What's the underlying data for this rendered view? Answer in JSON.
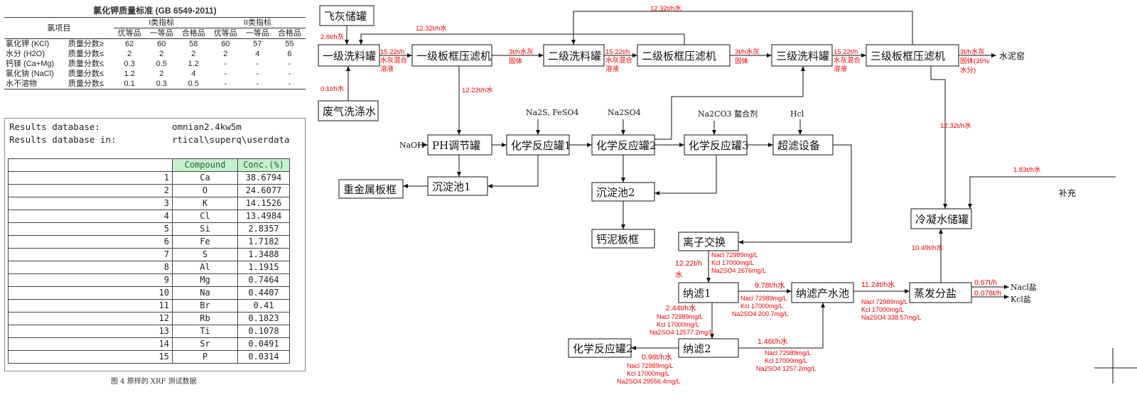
{
  "std_table": {
    "title": "氯化钾质量标准 (GB 6549-2011)",
    "col_item": "氯项目",
    "class1": "I类指标",
    "class2": "II类指标",
    "grades": [
      "优等品",
      "一等品",
      "合格品",
      "优等品",
      "一等品",
      "合格品"
    ],
    "rows": [
      {
        "name": "氯化钾 (KCl)",
        "metric": "质量分数≥",
        "vals": [
          "62",
          "60",
          "58",
          "60",
          "57",
          "55"
        ]
      },
      {
        "name": "水分 (H2O)",
        "metric": "质量分数≤",
        "vals": [
          "2",
          "2",
          "2",
          "2",
          "4",
          "6"
        ]
      },
      {
        "name": "钙镁 (Ca+Mg)",
        "metric": "质量分数≤",
        "vals": [
          "0.3",
          "0.5",
          "1.2",
          "-",
          "-",
          "-"
        ]
      },
      {
        "name": "氯化钠 (NaCl)",
        "metric": "质量分数≤",
        "vals": [
          "1.2",
          "2",
          "4",
          "-",
          "-",
          "-"
        ]
      },
      {
        "name": "水不溶物",
        "metric": "质量分数≤",
        "vals": [
          "0.1",
          "0.3",
          "0.5",
          "-",
          "-",
          "-"
        ]
      }
    ]
  },
  "xrf": {
    "db_label": "Results database:",
    "db_in_label": "Results database in:",
    "db_value": "omnian2.4kw5m",
    "db_in_value": "rtical\\superq\\userdata",
    "headers": [
      "Compound",
      "Conc.(%)"
    ],
    "rows": [
      [
        "1",
        "Ca",
        "38.6794"
      ],
      [
        "2",
        "O",
        "24.6077"
      ],
      [
        "3",
        "K",
        "14.1526"
      ],
      [
        "4",
        "Cl",
        "13.4984"
      ],
      [
        "5",
        "Si",
        "2.8357"
      ],
      [
        "6",
        "Fe",
        "1.7182"
      ],
      [
        "7",
        "S",
        "1.3488"
      ],
      [
        "8",
        "Al",
        "1.1915"
      ],
      [
        "9",
        "Mg",
        "0.7464"
      ],
      [
        "10",
        "Na",
        "0.4407"
      ],
      [
        "11",
        "Br",
        "0.41"
      ],
      [
        "12",
        "Rb",
        "0.1823"
      ],
      [
        "13",
        "Ti",
        "0.1078"
      ],
      [
        "14",
        "Sr",
        "0.0491"
      ],
      [
        "15",
        "P",
        "0.0314"
      ]
    ],
    "caption": "图 4 原样的 XRF 测试数据"
  },
  "diagram": {
    "nodes": {
      "fly_ash_tank": "飞灰储罐",
      "wash1": "一级洗料罐",
      "press1": "一级板框压滤机",
      "wash2": "二级洗料罐",
      "press2": "二级板框压滤机",
      "wash3": "三级洗料罐",
      "press3": "三级板框压滤机",
      "gas_water": "废气洗涤水",
      "ph_tank": "PH调节罐",
      "reactor1": "化学反应罐1",
      "reactor2": "化学反应罐2",
      "reactor3": "化学反应罐3",
      "ultrafilter": "超滤设备",
      "settle1": "沉淀池1",
      "heavy_press": "重金属板框",
      "settle2": "沉淀池2",
      "ca_press": "钙泥板框",
      "ion_exchange": "离子交换",
      "nf1": "纳滤1",
      "nf_pool": "纳滤产水池",
      "evap": "蒸发分盐",
      "reactor2b": "化学反应罐2",
      "nf2": "纳滤2",
      "condensate": "冷凝水储罐"
    },
    "labels": {
      "cement_kiln": "水泥窑",
      "naoh": "NaOH",
      "na2s_feso4": "Na2S, FeSO4",
      "na2so4": "Na2SO4",
      "na2co3": "Na2CO3  螯合剂",
      "hcl": "Hcl",
      "supplement": "补充",
      "nacl_salt": "Nacl盐",
      "kcl_salt": "Kcl盐"
    },
    "flows": {
      "f_ash": "2.8t/h灰",
      "f_top1": "12.32t/h水",
      "f_top2": "12.32t/h水",
      "f_gas": "0.1t/h水",
      "f_1222": "12.22t/h水",
      "f_1232_right": "12.32t/h水",
      "f_183": "1.83t/h水",
      "f_1049": "10.49t/h水",
      "f_1222b": "12.22t/h",
      "f_1222b2": "水",
      "f_978": "9.78t/h水",
      "f_1124": "11.24t/h水",
      "f_244": "2.44t/h水",
      "f_146": "1.46t/h水",
      "f_098": "0.98t/h水",
      "f_067": "0.67t/h",
      "f_0078": "0.078t/h"
    },
    "mixes": {
      "m1a": "15.22t/h",
      "m1b": "水灰混合",
      "m1c": "溶液",
      "s1a": "3t/h水灰",
      "s1b": "固体",
      "m2a": "15.22t/h",
      "m2b": "水灰混合",
      "m2c": "溶液",
      "s2a": "3t/h水灰",
      "s2b": "固体",
      "m3a": "15.22t/h",
      "m3b": "水灰混合",
      "m3c": "溶液",
      "s3a": "3t/h水灰",
      "s3b": "固体(35%",
      "s3c": "水分)"
    },
    "concs": {
      "ix_a": "Nacl 72989mg/L",
      "ix_b": "Kcl  17000mg/L",
      "ix_c": "Na2SO4 2676mg/L",
      "nf1_a": "Nacl   72989mg/L",
      "nf1_b": "Kcl     17000mg/L",
      "nf1_c": "Na2SO4    200.7mg/L",
      "pool_a": "Nacl 72989mg/L",
      "pool_b": "Kcl  17000mg/L",
      "pool_c": "Na2SO4 338.57mg/L",
      "c244_a": "Nacl   72989mg/L",
      "c244_b": "Kcl     17000mg/L",
      "c244_c": "Na2SO4  12577.2mg/L",
      "c146_a": "Nacl   72989mg/L",
      "c146_b": "Kcl      17000mg/L",
      "c146_c": "Na2SO4    1257.2mg/L",
      "c098_a": "Nacl   72989mg/L",
      "c098_b": "Kcl      17000mg/L",
      "c098_c": "Na2SO4 29556.4mg/L"
    }
  }
}
